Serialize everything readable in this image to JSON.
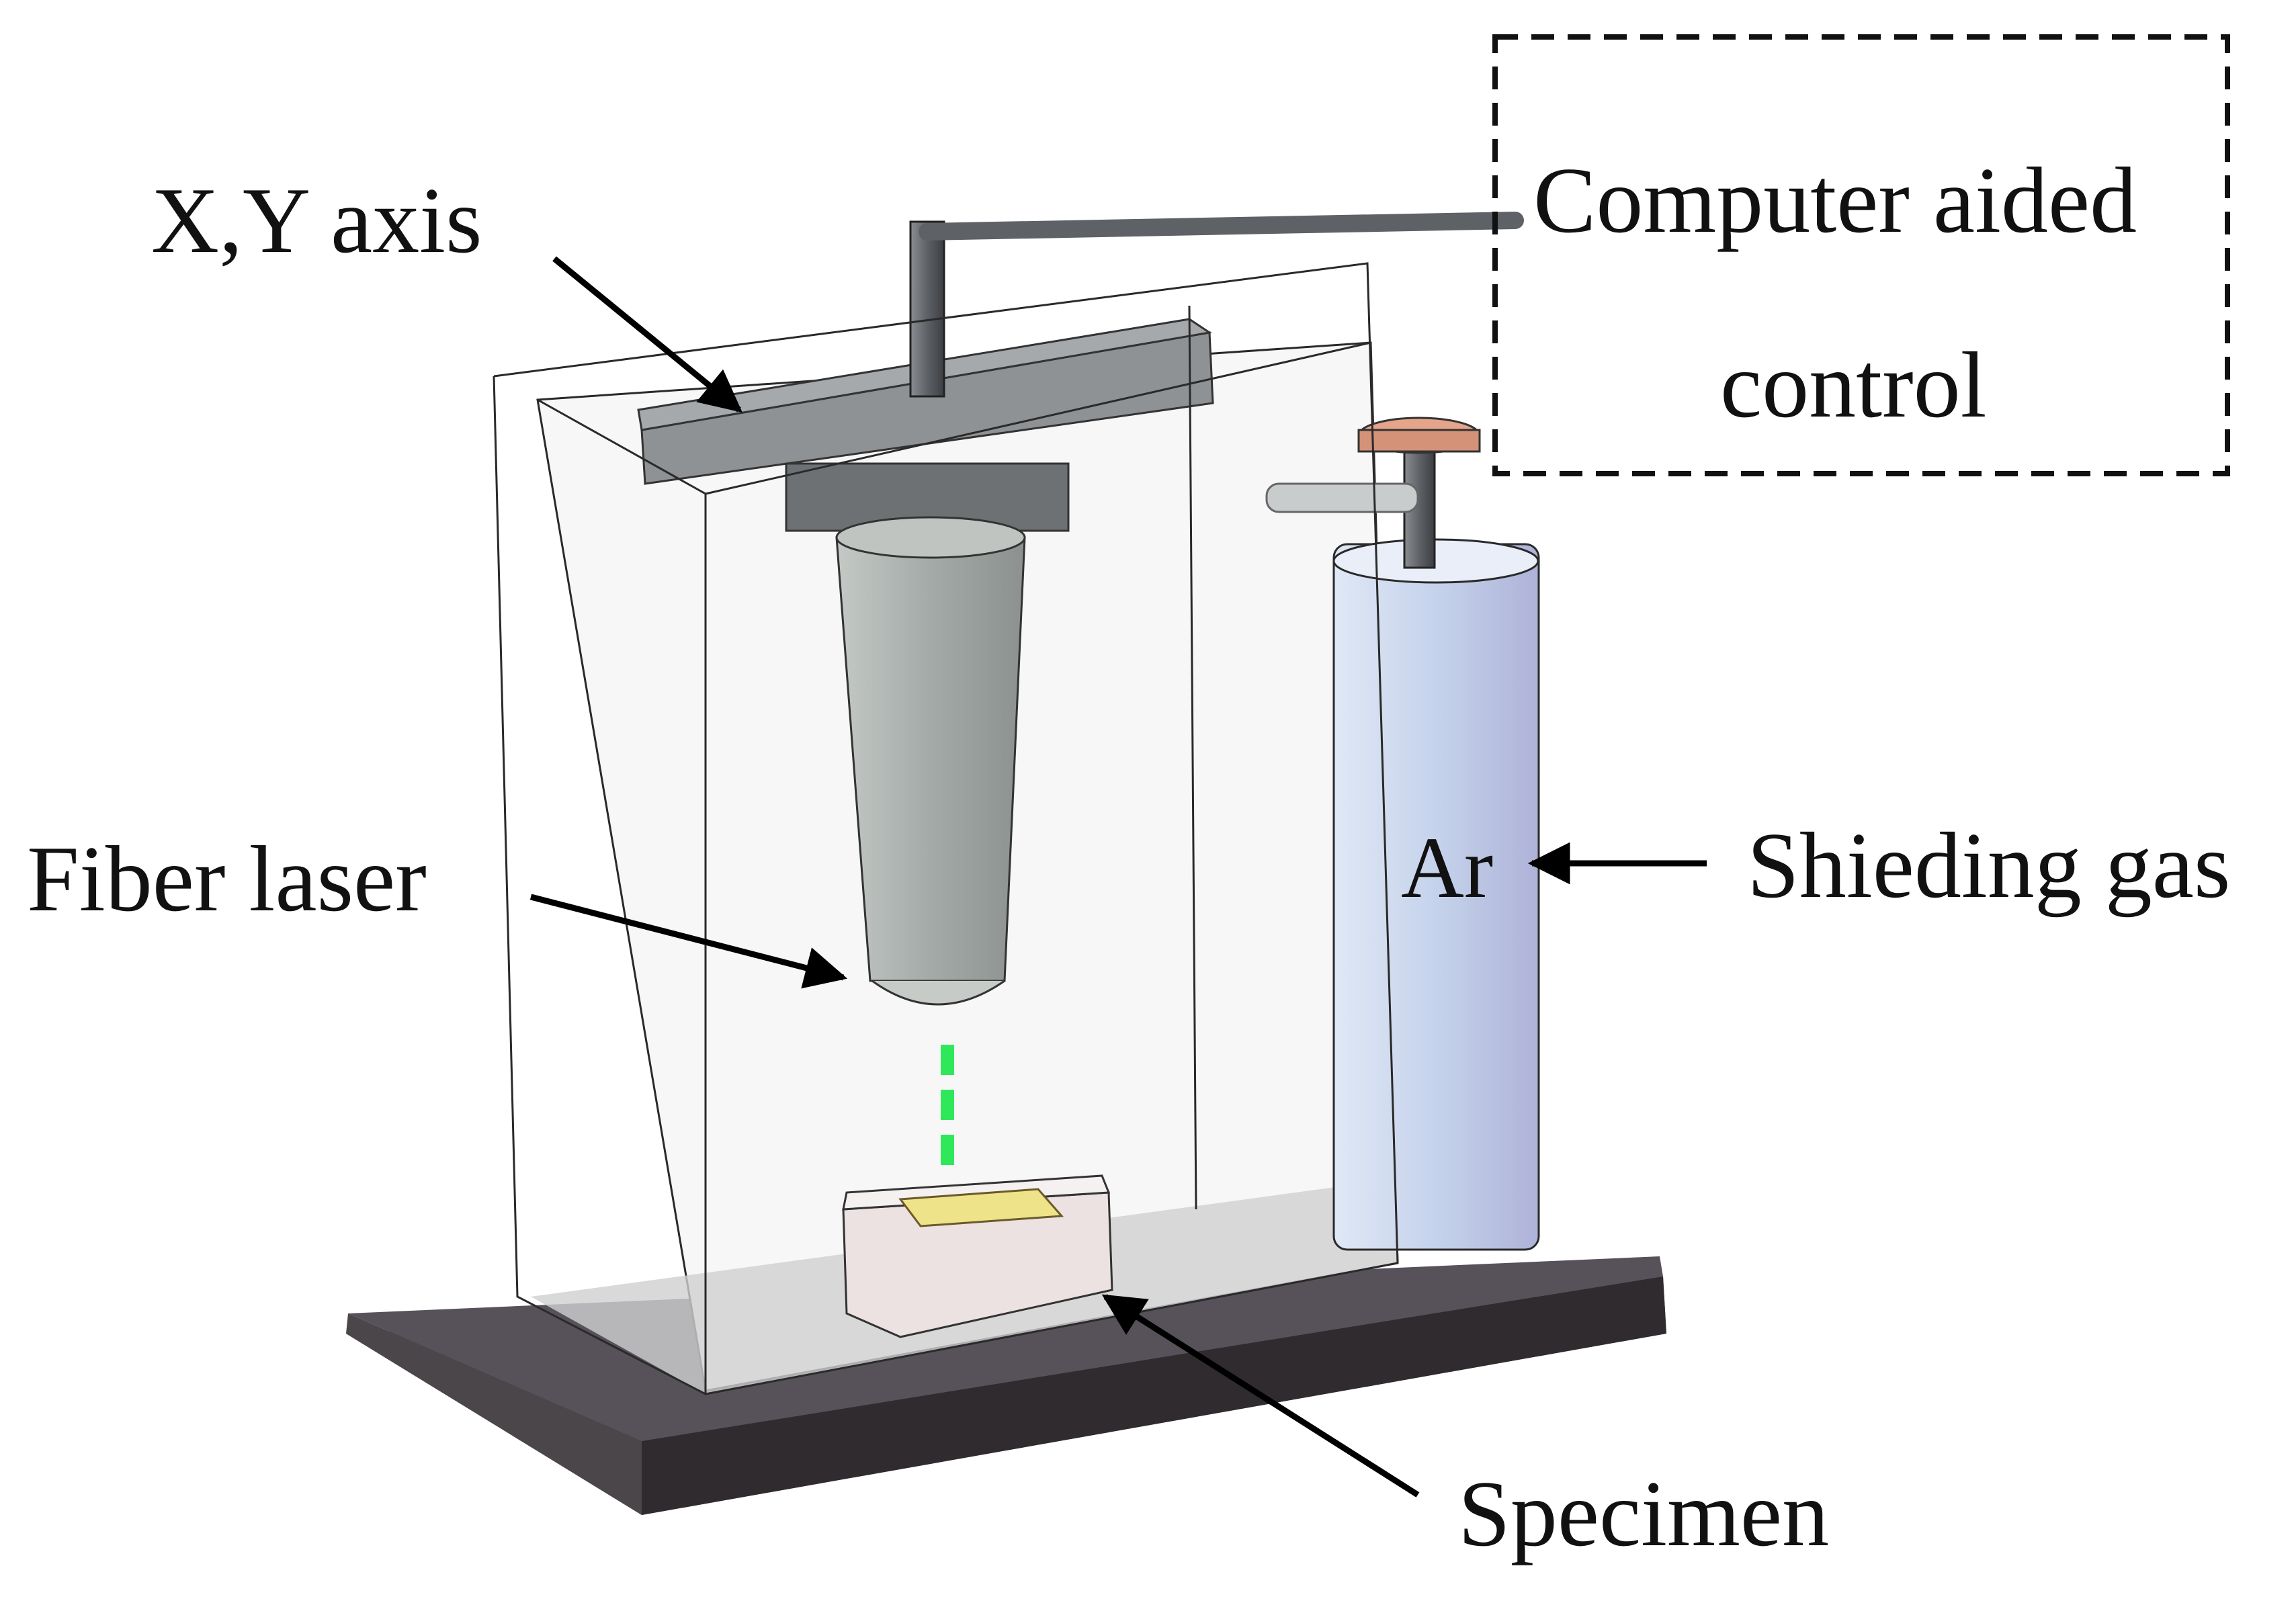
{
  "labels": {
    "xy_axis": "X,Y axis",
    "computer_control_line1": "Computer aided",
    "computer_control_line2": "control",
    "fiber_laser": "Fiber laser",
    "gas_symbol": "Ar",
    "shielding_gas": "Shieding gas",
    "specimen": "Specimen"
  },
  "colors": {
    "base_plate": "#3f3b3f",
    "enclosure_edge": "#2a2a2a",
    "gantry": "#8f9294",
    "laser_head": "#a9aeab",
    "laser_beam": "#2ee85a",
    "gas_cylinder": "#c9d6ee",
    "valve_cap": "#e4a58a",
    "specimen_block": "#ece2e2",
    "specimen_insert": "#efe38a",
    "arrow": "#000000"
  },
  "icons": {
    "laser_beam": "dashed-line",
    "pointer": "arrow"
  }
}
